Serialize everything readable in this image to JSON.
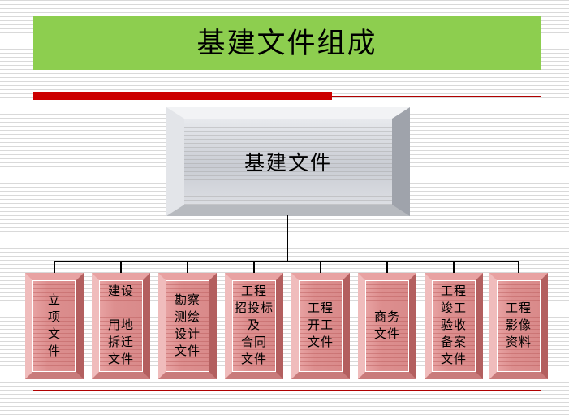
{
  "slide": {
    "title": "基建文件组成",
    "title_bar_color": "#8dce4f",
    "accent_rule_color": "#cc0000",
    "accent_rule_thin_color": "#b00000"
  },
  "diagram": {
    "root": {
      "label": "基建文件",
      "fill_color": "#c9ccd3"
    },
    "children": [
      {
        "id": "lixiang",
        "label": "立\n项\n文\n件",
        "text": "立项文件"
      },
      {
        "id": "jianshe",
        "label": "建设\n\n用地\n拆迁\n文件",
        "text": "建设用地拆迁文件"
      },
      {
        "id": "kancha",
        "label": "勘察\n测绘\n设计\n文件",
        "text": "勘察测绘设计文件"
      },
      {
        "id": "zhaotoubiao",
        "label": "工程\n招投标\n及\n合同\n文件",
        "text": "工程招投标及合同文件"
      },
      {
        "id": "kaigong",
        "label": "工程\n开工\n文件",
        "text": "工程开工文件"
      },
      {
        "id": "shangwu",
        "label": "商务\n文件",
        "text": "商务文件"
      },
      {
        "id": "jungong",
        "label": "工程\n竣工\n验收\n备案\n文件",
        "text": "工程竣工验收备案文件"
      },
      {
        "id": "yingxiang",
        "label": "工程\n影像\n资料",
        "text": "工程影像资料"
      }
    ],
    "leaf_fill_color": "#dd8f8f"
  }
}
